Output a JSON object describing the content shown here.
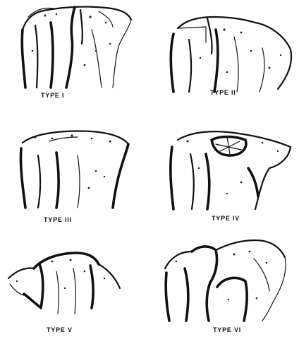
{
  "figure": {
    "panels": [
      {
        "id": "type-1",
        "label": "TYPE I"
      },
      {
        "id": "type-2",
        "label": "TYPE II"
      },
      {
        "id": "type-3",
        "label": "TYPE III"
      },
      {
        "id": "type-4",
        "label": "TYPE IV"
      },
      {
        "id": "type-5",
        "label": "TYPE V"
      },
      {
        "id": "type-6",
        "label": "TYPE VI"
      }
    ]
  }
}
